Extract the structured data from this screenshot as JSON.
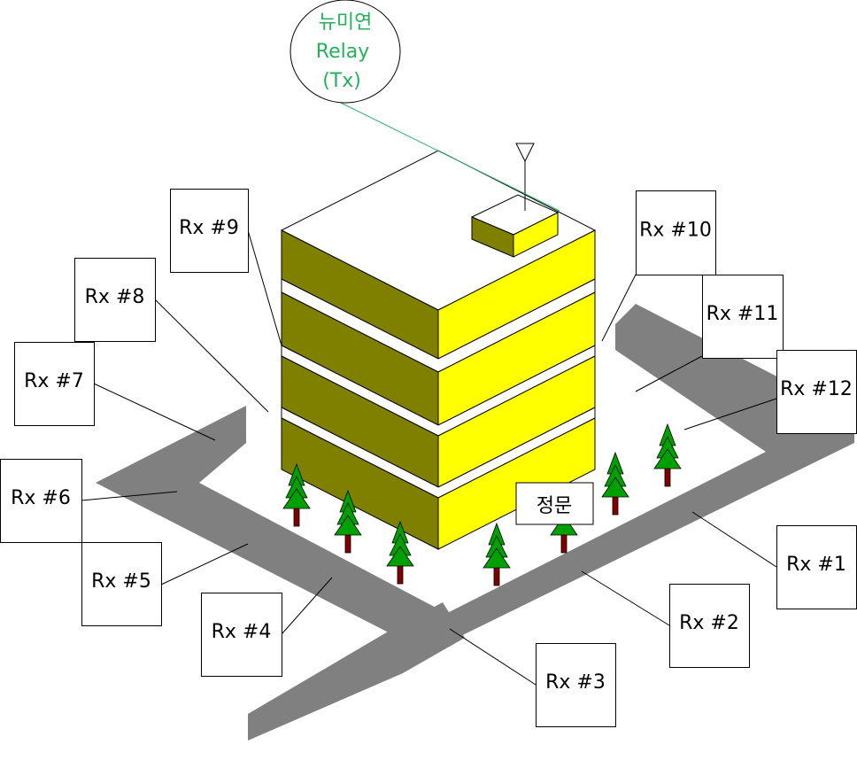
{
  "relay_bubble": {
    "line1": "뉴미연",
    "line2": "Relay",
    "line3": "(Tx)",
    "text_color": "#22b35a"
  },
  "gate_label": "정문",
  "receivers": [
    {
      "id": "rx1",
      "label": "Rx #1"
    },
    {
      "id": "rx2",
      "label": "Rx #2"
    },
    {
      "id": "rx3",
      "label": "Rx #3"
    },
    {
      "id": "rx4",
      "label": "Rx #4"
    },
    {
      "id": "rx5",
      "label": "Rx #5"
    },
    {
      "id": "rx6",
      "label": "Rx #6"
    },
    {
      "id": "rx7",
      "label": "Rx #7"
    },
    {
      "id": "rx8",
      "label": "Rx #8"
    },
    {
      "id": "rx9",
      "label": "Rx #9"
    },
    {
      "id": "rx10",
      "label": "Rx #10"
    },
    {
      "id": "rx11",
      "label": "Rx #11"
    },
    {
      "id": "rx12",
      "label": "Rx #12"
    }
  ],
  "colors": {
    "road": "#808080",
    "building_front": "#ffff00",
    "building_side": "#808000",
    "tree_foliage": "#00a000",
    "tree_trunk": "#800000",
    "relay_line": "#22b35a"
  }
}
